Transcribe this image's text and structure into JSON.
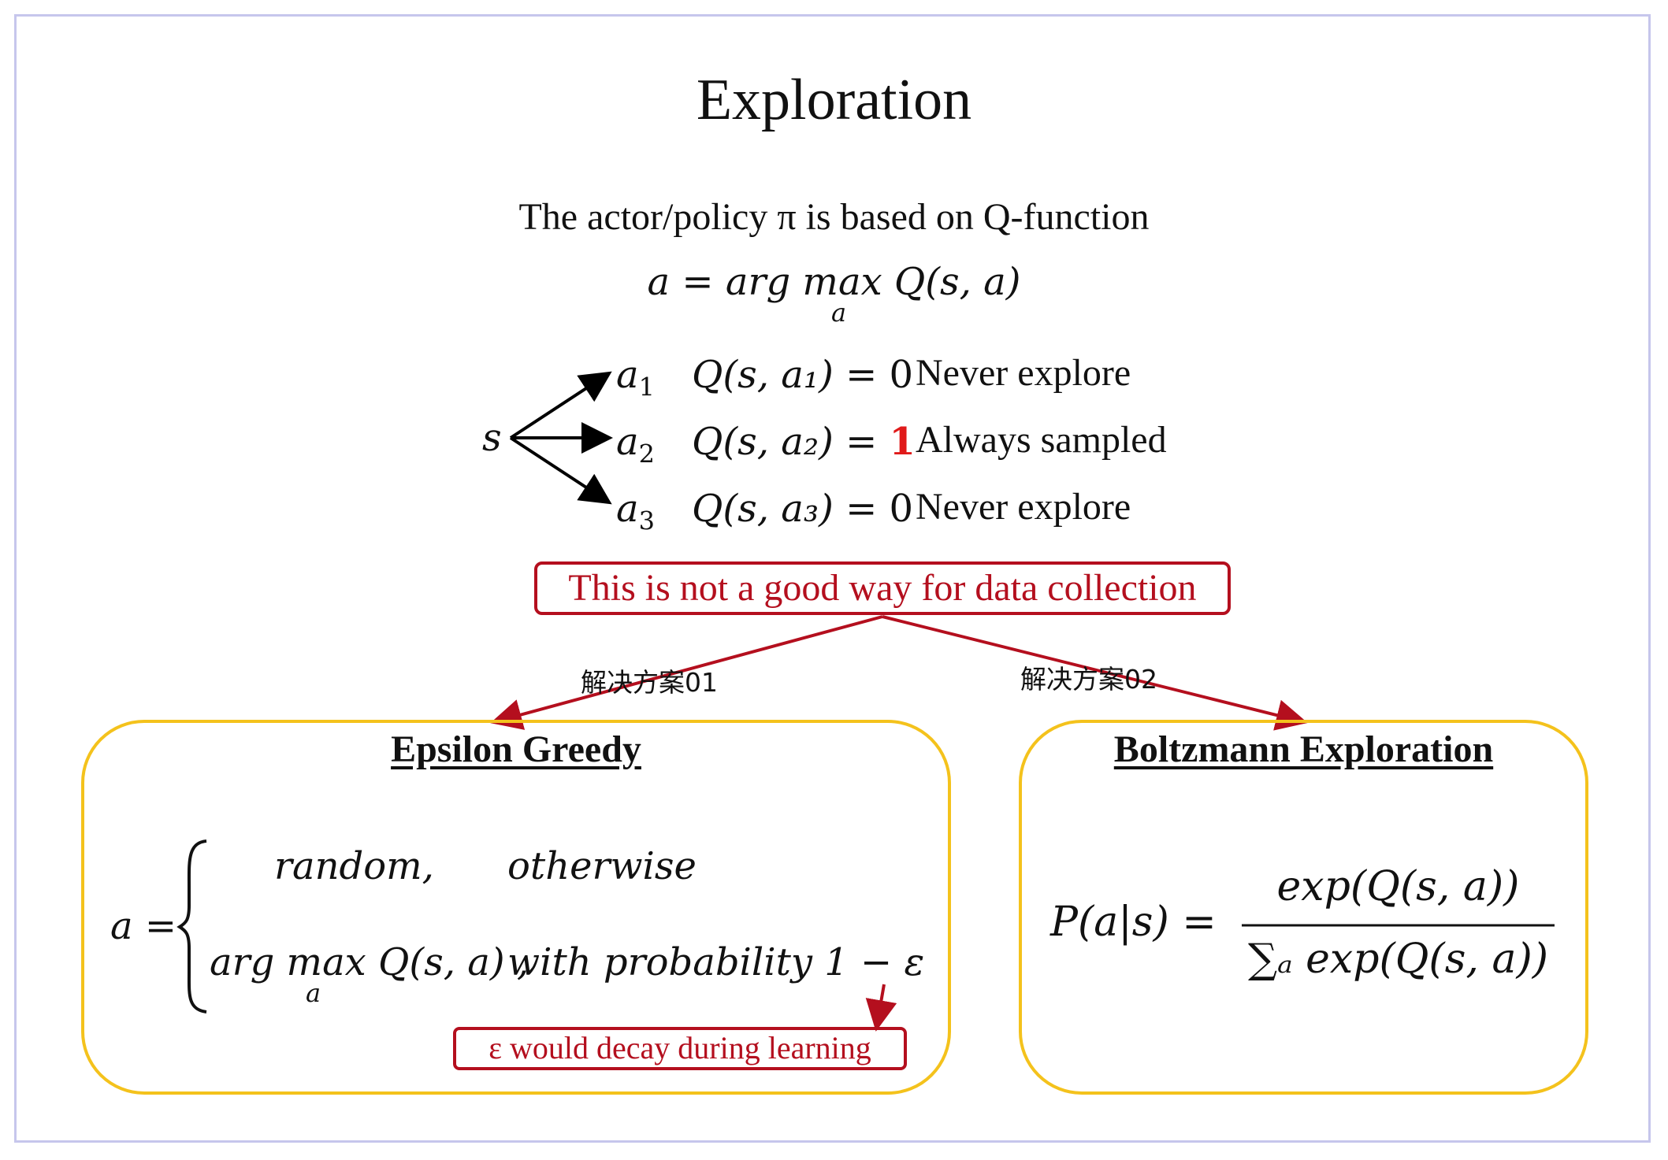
{
  "slide": {
    "title": "Exploration",
    "subtitle": "The actor/policy π is based on Q-function",
    "formula_lhs": "a = arg max Q(s, a)",
    "formula_sub": "a"
  },
  "tree": {
    "root": "s",
    "rows": [
      {
        "action": "a",
        "index": "1",
        "q_expr": "Q(s, a₁) = ",
        "q_value": "0",
        "note": "Never explore"
      },
      {
        "action": "a",
        "index": "2",
        "q_expr": "Q(s, a₂) = ",
        "q_value": "1",
        "note": "Always sampled"
      },
      {
        "action": "a",
        "index": "3",
        "q_expr": "Q(s, a₃) = ",
        "q_value": "0",
        "note": "Never explore"
      }
    ]
  },
  "warning": "This is not a good way for data collection",
  "solutions": {
    "left_label": "解决方案01",
    "right_label": "解决方案02"
  },
  "epsilon": {
    "title": "Epsilon Greedy",
    "lhs": "a =",
    "case1_value": "random,",
    "case1_cond": "otherwise",
    "case2_value": "arg max Q(s, a) ,",
    "case2_sub": "a",
    "case2_cond": "with probability 1 − ε",
    "note": "ε would decay during learning"
  },
  "boltzmann": {
    "title": "Boltzmann Exploration",
    "lhs": "P(a|s) =",
    "numerator": "exp(Q(s, a))",
    "denominator": "∑ₐ exp(Q(s, a))"
  },
  "colors": {
    "accent_red": "#b40f1e",
    "box_yellow": "#f4c21c",
    "frame": "#c6c6ec"
  }
}
